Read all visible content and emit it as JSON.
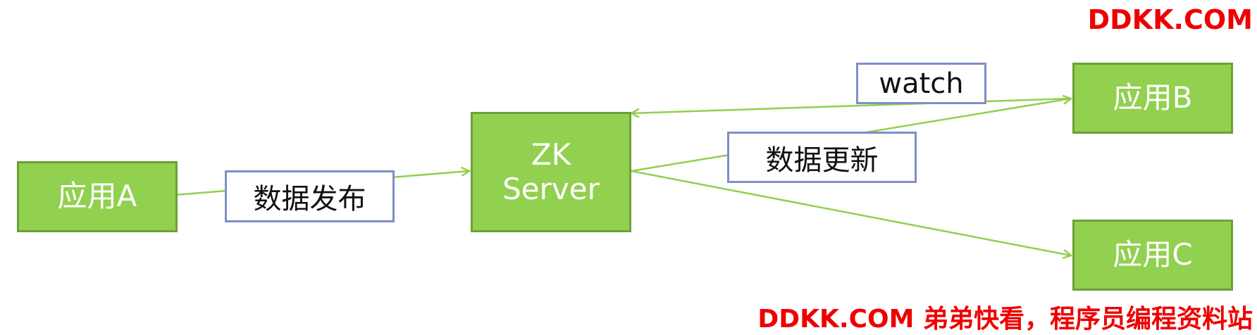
{
  "nodes": {
    "app_a": "应用A",
    "zk_server": [
      "ZK",
      "Server"
    ],
    "app_b": "应用B",
    "app_c": "应用C"
  },
  "edge_labels": {
    "publish": "数据发布",
    "watch": "watch",
    "update": "数据更新"
  },
  "watermarks": {
    "top_right": "DDKK.COM",
    "bottom": "DDKK.COM 弟弟快看，程序员编程资料站"
  },
  "colors": {
    "node_fill": "#92D050",
    "node_border": "#6E9F38",
    "arrow": "#92D050",
    "label_border": "#7F8FC6",
    "watermark": "#EE0000"
  }
}
